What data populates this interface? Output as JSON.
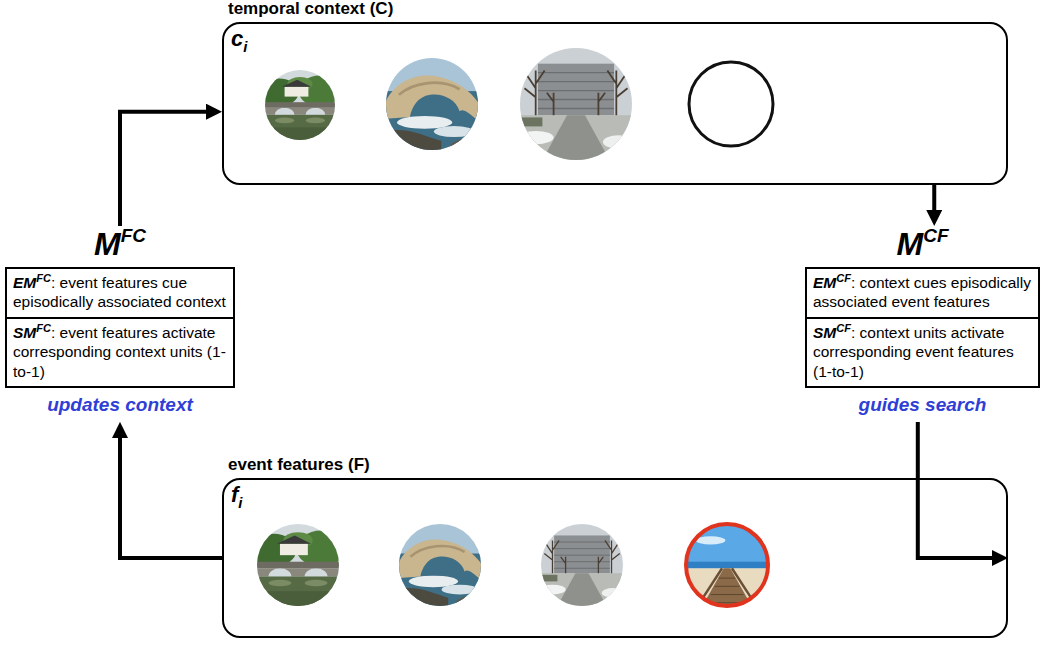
{
  "diagram": {
    "nodes": [
      {
        "text": [
          "temporal context (C)",
          "c",
          "i"
        ]
      },
      {
        "text": [
          "M",
          "FC",
          "updates context"
        ]
      },
      {
        "text": [
          "EM",
          "FC",
          ": event features cue episodically associated context"
        ],
        "in": 1
      },
      {
        "text": [
          "SM",
          "FC",
          ": event features activate corresponding context units (1-to-1)"
        ],
        "in": 1
      },
      {
        "text": [
          "M",
          "CF",
          "guides search"
        ]
      },
      {
        "text": [
          "EM",
          "CF",
          ": context cues episodically associated event features"
        ],
        "in": 4
      },
      {
        "text": [
          "SM",
          "CF",
          ": context units activate corresponding event features (1-to-1)"
        ],
        "in": 4
      },
      {
        "text": [
          "event features (F)",
          "f",
          "i"
        ]
      }
    ],
    "edges": [
      {
        "from": 1,
        "to": 0,
        "arrow": "to"
      },
      {
        "from": 0,
        "to": 4,
        "arrow": "to"
      },
      {
        "from": 4,
        "to": 7,
        "arrow": "to"
      },
      {
        "from": 7,
        "to": 1,
        "arrow": "to"
      }
    ]
  }
}
